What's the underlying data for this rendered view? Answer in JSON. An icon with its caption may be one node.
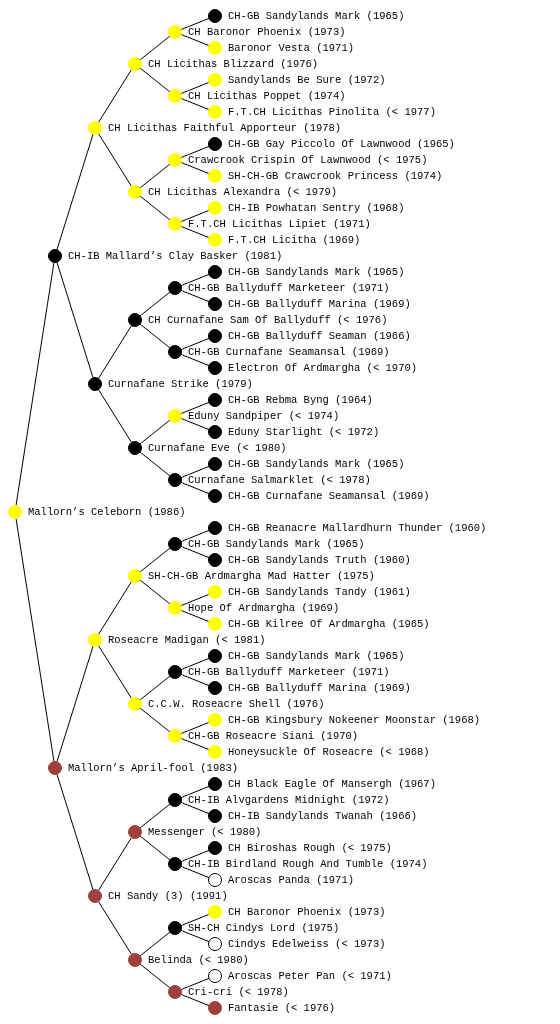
{
  "diagram": {
    "nodes": [
      {
        "text": [
          "CH-GB Sandylands Mark (1965)"
        ]
      },
      {
        "text": [
          "CH Baronor Phoenix (1973)"
        ]
      },
      {
        "text": [
          "Baronor Vesta (1971)"
        ]
      },
      {
        "text": [
          "CH Licithas Blizzard (1976)"
        ]
      },
      {
        "text": [
          "Sandylands Be Sure (1972)"
        ]
      },
      {
        "text": [
          "CH Licithas Poppet (1974)"
        ]
      },
      {
        "text": [
          "F.T.CH Licithas Pinolita (< 1977)"
        ]
      },
      {
        "text": [
          "CH Licithas Faithful Apporteur (1978)"
        ]
      },
      {
        "text": [
          "CH-GB Gay Piccolo Of Lawnwood (1965)"
        ]
      },
      {
        "text": [
          "Crawcrook Crispin Of Lawnwood (< 1975)"
        ]
      },
      {
        "text": [
          "SH-CH-GB Crawcrook Princess (1974)"
        ]
      },
      {
        "text": [
          "CH Licithas Alexandra (< 1979)"
        ]
      },
      {
        "text": [
          "CH-IB Powhatan Sentry (1968)"
        ]
      },
      {
        "text": [
          "F.T.CH Licithas Lipiet (1971)"
        ]
      },
      {
        "text": [
          "F.T.CH Licitha (1969)"
        ]
      },
      {
        "text": [
          "CH-IB Mallard’s Clay Basker (1981)"
        ]
      },
      {
        "text": [
          "CH-GB Sandylands Mark (1965)"
        ]
      },
      {
        "text": [
          "CH-GB Ballyduff Marketeer (1971)"
        ]
      },
      {
        "text": [
          "CH-GB Ballyduff Marina (1969)"
        ]
      },
      {
        "text": [
          "CH Curnafane Sam Of Ballyduff (< 1976)"
        ]
      },
      {
        "text": [
          "CH-GB Ballyduff Seaman (1966)"
        ]
      },
      {
        "text": [
          "CH-GB Curnafane Seamansal (1969)"
        ]
      },
      {
        "text": [
          "Electron Of Ardmargha (< 1970)"
        ]
      },
      {
        "text": [
          "Curnafane Strike (1979)"
        ]
      },
      {
        "text": [
          "CH-GB Rebma Byng (1964)"
        ]
      },
      {
        "text": [
          "Eduny Sandpiper (< 1974)"
        ]
      },
      {
        "text": [
          "Eduny Starlight (< 1972)"
        ]
      },
      {
        "text": [
          "Curnafane Eve (< 1980)"
        ]
      },
      {
        "text": [
          "CH-GB Sandylands Mark (1965)"
        ]
      },
      {
        "text": [
          "Curnafane Salmarklet (< 1978)"
        ]
      },
      {
        "text": [
          "CH-GB Curnafane Seamansal (1969)"
        ]
      },
      {
        "text": [
          "Mallorn’s Celeborn (1986)"
        ]
      },
      {
        "text": [
          "CH-GB Reanacre Mallardhurn Thunder (1960)"
        ]
      },
      {
        "text": [
          "CH-GB Sandylands Mark (1965)"
        ]
      },
      {
        "text": [
          "CH-GB Sandylands Truth (1960)"
        ]
      },
      {
        "text": [
          "SH-CH-GB Ardmargha Mad Hatter (1975)"
        ]
      },
      {
        "text": [
          "CH-GB Sandylands Tandy (1961)"
        ]
      },
      {
        "text": [
          "Hope Of Ardmargha (1969)"
        ]
      },
      {
        "text": [
          "CH-GB Kilree Of Ardmargha (1965)"
        ]
      },
      {
        "text": [
          "Roseacre Madigan (< 1981)"
        ]
      },
      {
        "text": [
          "CH-GB Sandylands Mark (1965)"
        ]
      },
      {
        "text": [
          "CH-GB Ballyduff Marketeer (1971)"
        ]
      },
      {
        "text": [
          "CH-GB Ballyduff Marina (1969)"
        ]
      },
      {
        "text": [
          "C.C.W. Roseacre Shell (1976)"
        ]
      },
      {
        "text": [
          "CH-GB Kingsbury Nokeener Moonstar (1968)"
        ]
      },
      {
        "text": [
          "CH-GB Roseacre Siani (1970)"
        ]
      },
      {
        "text": [
          "Honeysuckle Of Roseacre (< 1968)"
        ]
      },
      {
        "text": [
          "Mallorn’s April-fool (1983)"
        ]
      },
      {
        "text": [
          "CH Black Eagle Of Mansergh (1967)"
        ]
      },
      {
        "text": [
          "CH-IB Alvgardens Midnight (1972)"
        ]
      },
      {
        "text": [
          "CH-IB Sandylands Twanah (1966)"
        ]
      },
      {
        "text": [
          "Messenger (< 1980)"
        ]
      },
      {
        "text": [
          "CH Biroshas Rough (< 1975)"
        ]
      },
      {
        "text": [
          "CH-IB Birdland Rough And Tumble (1974)"
        ]
      },
      {
        "text": [
          "Aroscas Panda (1971)"
        ]
      },
      {
        "text": [
          "CH Sandy (3) (1991)"
        ]
      },
      {
        "text": [
          "CH Baronor Phoenix (1973)"
        ]
      },
      {
        "text": [
          "SH-CH Cindys Lord (1975)"
        ]
      },
      {
        "text": [
          "Cindys Edelweiss (< 1973)"
        ]
      },
      {
        "text": [
          "Belinda (< 1980)"
        ]
      },
      {
        "text": [
          "Aroscas Peter Pan (< 1971)"
        ]
      },
      {
        "text": [
          "Cri-cri (< 1978)"
        ]
      },
      {
        "text": [
          "Fantasie (< 1976)"
        ]
      }
    ],
    "edges": [
      {
        "from": 31,
        "to": 15,
        "arrow": "none"
      },
      {
        "from": 31,
        "to": 47,
        "arrow": "none"
      },
      {
        "from": 15,
        "to": 7,
        "arrow": "none"
      },
      {
        "from": 15,
        "to": 23,
        "arrow": "none"
      },
      {
        "from": 7,
        "to": 3,
        "arrow": "none"
      },
      {
        "from": 7,
        "to": 11,
        "arrow": "none"
      },
      {
        "from": 3,
        "to": 1,
        "arrow": "none"
      },
      {
        "from": 3,
        "to": 5,
        "arrow": "none"
      },
      {
        "from": 1,
        "to": 0,
        "arrow": "none"
      },
      {
        "from": 1,
        "to": 2,
        "arrow": "none"
      },
      {
        "from": 5,
        "to": 4,
        "arrow": "none"
      },
      {
        "from": 5,
        "to": 6,
        "arrow": "none"
      },
      {
        "from": 11,
        "to": 9,
        "arrow": "none"
      },
      {
        "from": 11,
        "to": 13,
        "arrow": "none"
      },
      {
        "from": 9,
        "to": 8,
        "arrow": "none"
      },
      {
        "from": 9,
        "to": 10,
        "arrow": "none"
      },
      {
        "from": 13,
        "to": 12,
        "arrow": "none"
      },
      {
        "from": 13,
        "to": 14,
        "arrow": "none"
      },
      {
        "from": 23,
        "to": 19,
        "arrow": "none"
      },
      {
        "from": 23,
        "to": 27,
        "arrow": "none"
      },
      {
        "from": 19,
        "to": 17,
        "arrow": "none"
      },
      {
        "from": 19,
        "to": 21,
        "arrow": "none"
      },
      {
        "from": 17,
        "to": 16,
        "arrow": "none"
      },
      {
        "from": 17,
        "to": 18,
        "arrow": "none"
      },
      {
        "from": 21,
        "to": 20,
        "arrow": "none"
      },
      {
        "from": 21,
        "to": 22,
        "arrow": "none"
      },
      {
        "from": 27,
        "to": 25,
        "arrow": "none"
      },
      {
        "from": 27,
        "to": 29,
        "arrow": "none"
      },
      {
        "from": 25,
        "to": 24,
        "arrow": "none"
      },
      {
        "from": 25,
        "to": 26,
        "arrow": "none"
      },
      {
        "from": 29,
        "to": 28,
        "arrow": "none"
      },
      {
        "from": 29,
        "to": 30,
        "arrow": "none"
      },
      {
        "from": 47,
        "to": 39,
        "arrow": "none"
      },
      {
        "from": 47,
        "to": 55,
        "arrow": "none"
      },
      {
        "from": 39,
        "to": 35,
        "arrow": "none"
      },
      {
        "from": 39,
        "to": 43,
        "arrow": "none"
      },
      {
        "from": 35,
        "to": 33,
        "arrow": "none"
      },
      {
        "from": 35,
        "to": 37,
        "arrow": "none"
      },
      {
        "from": 33,
        "to": 32,
        "arrow": "none"
      },
      {
        "from": 33,
        "to": 34,
        "arrow": "none"
      },
      {
        "from": 37,
        "to": 36,
        "arrow": "none"
      },
      {
        "from": 37,
        "to": 38,
        "arrow": "none"
      },
      {
        "from": 43,
        "to": 41,
        "arrow": "none"
      },
      {
        "from": 43,
        "to": 45,
        "arrow": "none"
      },
      {
        "from": 41,
        "to": 40,
        "arrow": "none"
      },
      {
        "from": 41,
        "to": 42,
        "arrow": "none"
      },
      {
        "from": 45,
        "to": 44,
        "arrow": "none"
      },
      {
        "from": 45,
        "to": 46,
        "arrow": "none"
      },
      {
        "from": 55,
        "to": 51,
        "arrow": "none"
      },
      {
        "from": 55,
        "to": 59,
        "arrow": "none"
      },
      {
        "from": 51,
        "to": 49,
        "arrow": "none"
      },
      {
        "from": 51,
        "to": 53,
        "arrow": "none"
      },
      {
        "from": 49,
        "to": 48,
        "arrow": "none"
      },
      {
        "from": 49,
        "to": 50,
        "arrow": "none"
      },
      {
        "from": 53,
        "to": 52,
        "arrow": "none"
      },
      {
        "from": 53,
        "to": 54,
        "arrow": "none"
      },
      {
        "from": 59,
        "to": 57,
        "arrow": "none"
      },
      {
        "from": 59,
        "to": 61,
        "arrow": "none"
      },
      {
        "from": 57,
        "to": 56,
        "arrow": "none"
      },
      {
        "from": 57,
        "to": 58,
        "arrow": "none"
      },
      {
        "from": 61,
        "to": 60,
        "arrow": "none"
      },
      {
        "from": 61,
        "to": 62,
        "arrow": "none"
      }
    ]
  }
}
